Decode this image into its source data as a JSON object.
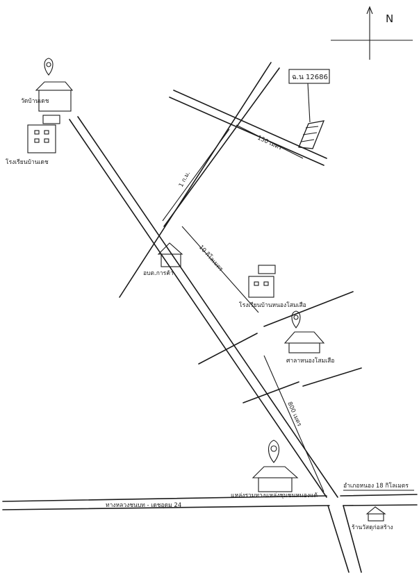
{
  "compass": {
    "label": "N"
  },
  "parcel": {
    "label": "ฉ.น 12686"
  },
  "distances": {
    "d150m": "150 เมตร",
    "d1km": "1 ก.ม.",
    "d800m": "800 เมตร",
    "d10km": "10 กิโลเมตร"
  },
  "places": {
    "temple": "วัดบ้านเดช",
    "school_top": "โรงเรียนบ้านเดช",
    "office": "อบต.การค้า",
    "school_mid": "โรงเรียนบ้านหนองโสมเสือ",
    "hall": "ศาลาหนองโสมเสือ",
    "market": "แหล่งรวมทางแหล่งชุมชนหนองแต้",
    "district": "อำเภอหนอง 18 กิโลเมตร",
    "shop": "ร้านวัสดุก่อสร้าง"
  },
  "roads": {
    "main": "ทางหลวงชนบท - เดชอุดม 24"
  },
  "colors": {
    "ink": "#1a1a1a",
    "paper": "#ffffff"
  }
}
